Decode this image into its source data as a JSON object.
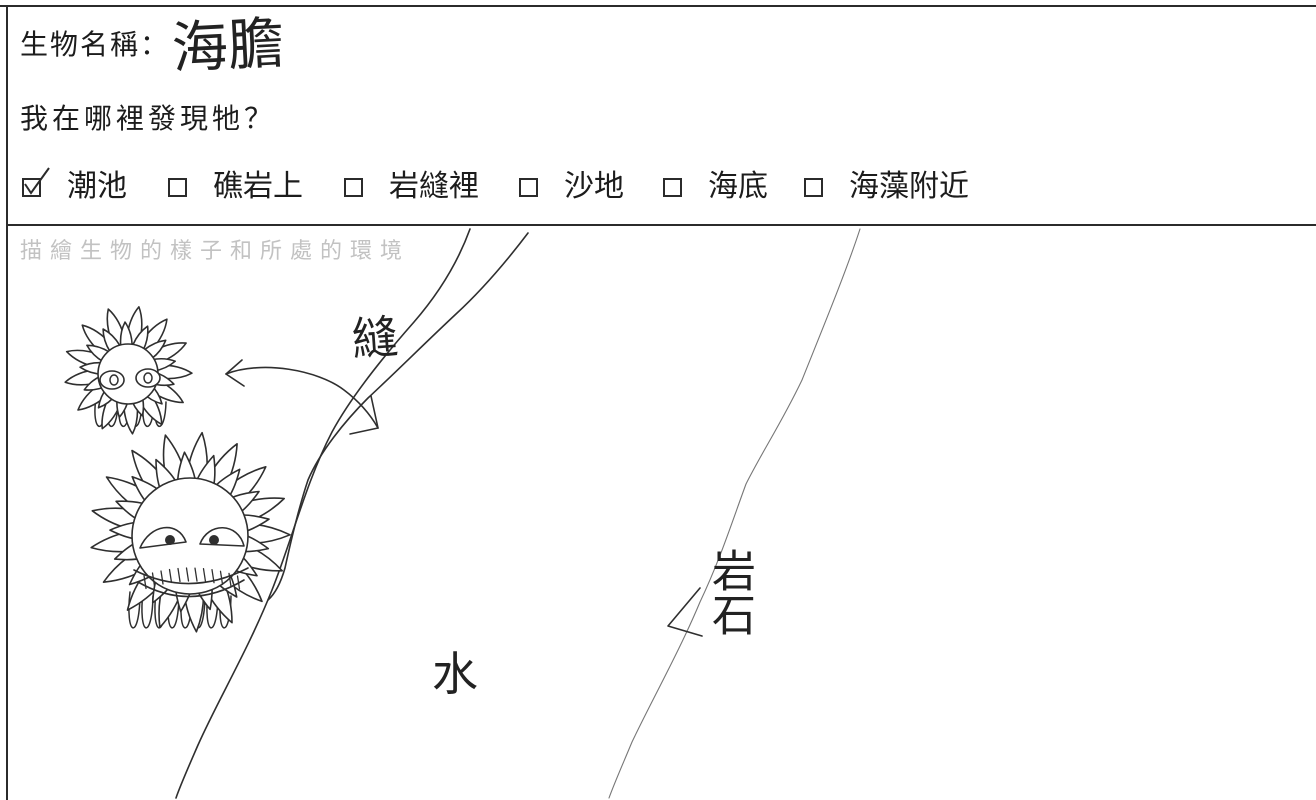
{
  "form": {
    "name_label": "生物名稱：",
    "name_value": "海膽",
    "question": "我在哪裡發現牠？",
    "options": [
      {
        "label": "潮池",
        "checked": true
      },
      {
        "label": "礁岩上",
        "checked": false
      },
      {
        "label": "岩縫裡",
        "checked": false
      },
      {
        "label": "沙地",
        "checked": false
      },
      {
        "label": "海底",
        "checked": false
      },
      {
        "label": "海藻附近",
        "checked": false
      }
    ],
    "drawing_prompt": "描繪生物的樣子和所處的環境"
  },
  "drawing": {
    "crevice_label": "縫",
    "rock_label": "岩石",
    "water_label": "水"
  }
}
